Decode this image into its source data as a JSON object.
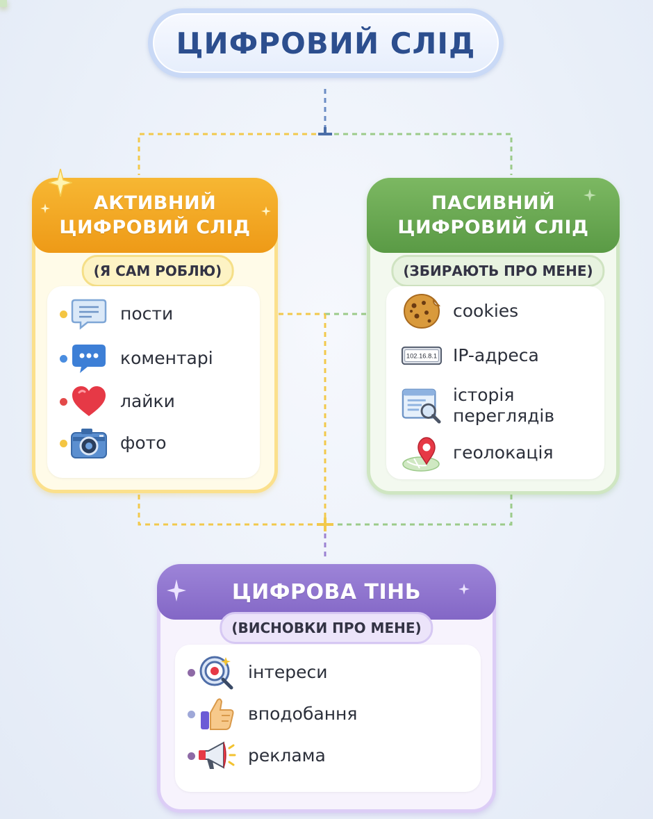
{
  "title": "ЦИФРОВИЙ СЛІД",
  "active": {
    "header_line1": "АКТИВНИЙ",
    "header_line2": "ЦИФРОВИЙ СЛІД",
    "subtitle": "(Я САМ РОБЛЮ)",
    "items": [
      {
        "label": "пости",
        "icon": "chat-lines-icon",
        "bullet": "#f4c542"
      },
      {
        "label": "коментарі",
        "icon": "chat-dots-icon",
        "bullet": "#4a8de0"
      },
      {
        "label": "лайки",
        "icon": "heart-icon",
        "bullet": "#e34949"
      },
      {
        "label": "фото",
        "icon": "camera-icon",
        "bullet": "#f4c542"
      }
    ]
  },
  "passive": {
    "header_line1": "ПАСИВНИЙ",
    "header_line2": "ЦИФРОВИЙ СЛІД",
    "subtitle": "(ЗБИРАЮТЬ ПРО МЕНЕ)",
    "items": [
      {
        "label": "cookies",
        "icon": "cookie-icon"
      },
      {
        "label": "IP-адреса",
        "icon": "ip-address-icon",
        "icon_text": "102.16.8.1"
      },
      {
        "label_line1": "історія",
        "label_line2": "переглядів",
        "icon": "browser-history-icon"
      },
      {
        "label": "геолокація",
        "icon": "map-pin-icon"
      }
    ]
  },
  "shadow": {
    "header": "ЦИФРОВА ТІНЬ",
    "subtitle": "(ВИСНОВКИ ПРО МЕНЕ)",
    "items": [
      {
        "label": "інтереси",
        "icon": "target-magnifier-icon",
        "bullet": "#8e6aa6"
      },
      {
        "label": "вподобання",
        "icon": "thumbs-up-icon",
        "bullet": "#9fa8d8"
      },
      {
        "label": "реклама",
        "icon": "megaphone-icon",
        "bullet": "#8e6aa6"
      }
    ]
  },
  "colors": {
    "title": "#2c4e8e",
    "active": "#f2a824",
    "passive": "#6aaa52",
    "shadow": "#8c70cc"
  }
}
